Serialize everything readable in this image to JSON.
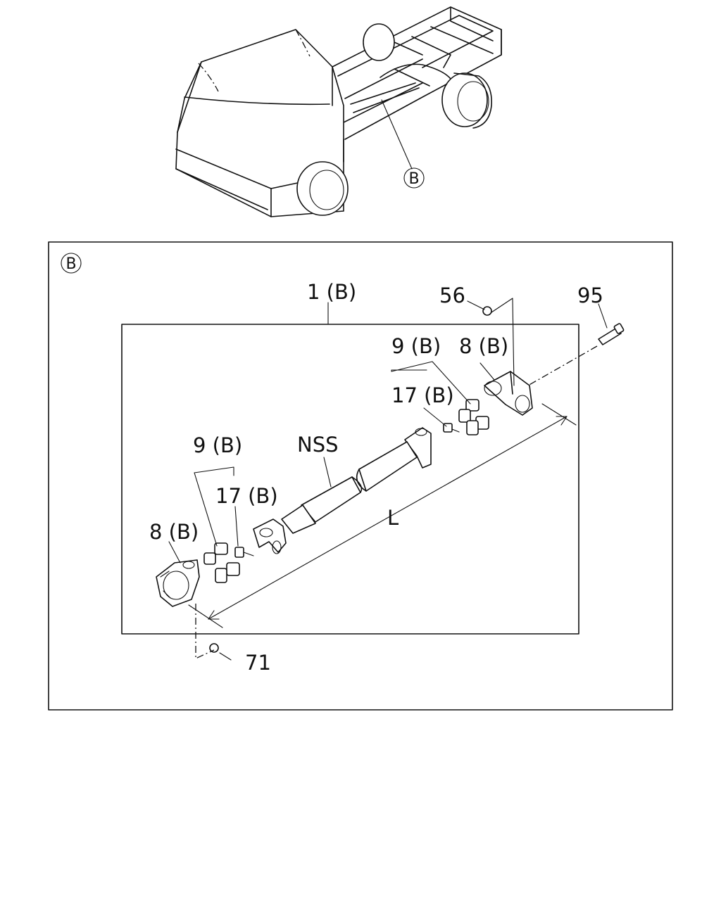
{
  "callout_top": "B",
  "section_marker": "B",
  "labels": {
    "assembly": "1 (B)",
    "nut_56": "56",
    "bolt_95": "95",
    "cross_9_right": "9 (B)",
    "flange_8_right": "8 (B)",
    "nipple_17_right": "17 (B)",
    "nss": "NSS",
    "cross_9_left": "9 (B)",
    "nipple_17_left": "17 (B)",
    "flange_8_left": "8 (B)",
    "length_L": "L",
    "nut_71": "71"
  }
}
